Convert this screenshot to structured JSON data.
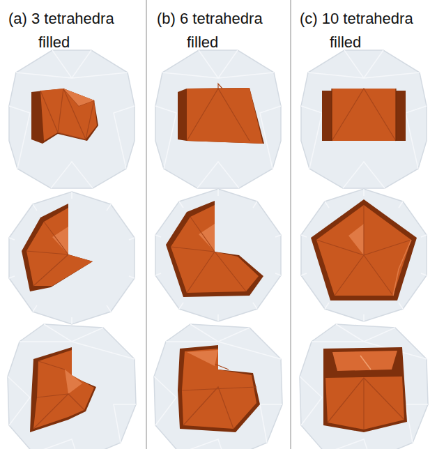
{
  "diagram": {
    "labels": [
      "(a) 3 tetrahedra filled",
      "(b) 6 tetrahedra filled",
      "(c) 10 tetrahedra filled"
    ]
  }
}
